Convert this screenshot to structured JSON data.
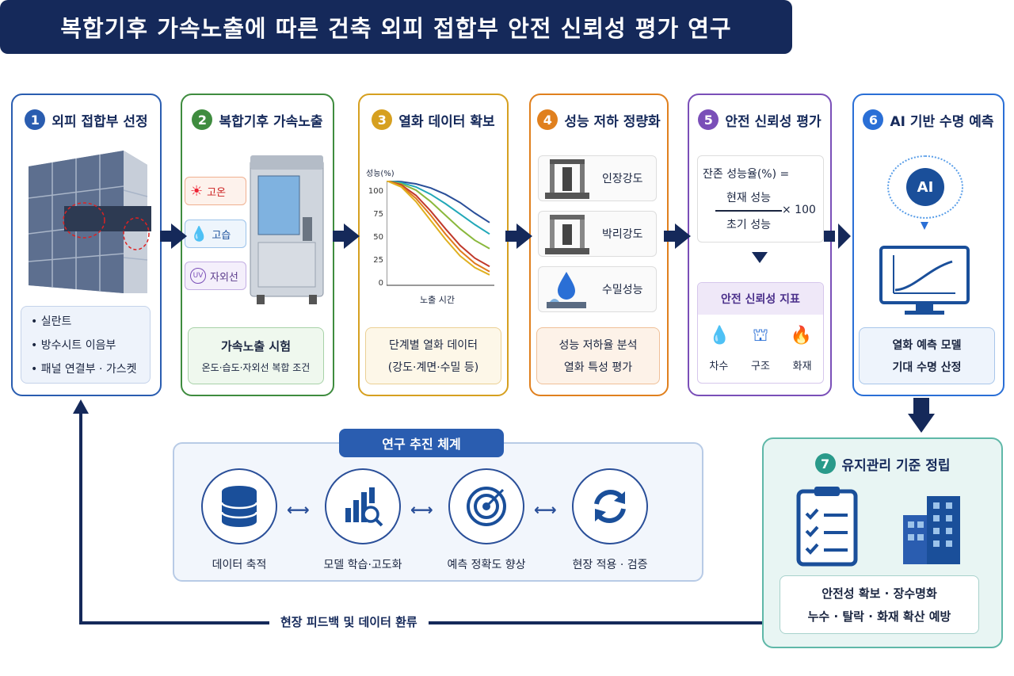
{
  "title": "복합기후 가속노출에 따른 건축 외피 접합부 안전 신뢰성 평가 연구",
  "stages": [
    {
      "num": "1",
      "title": "외피 접합부 선정",
      "items": [
        "실란트",
        "방수시트 이음부",
        "패널 연결부 · 가스켓"
      ],
      "color": "#2a5db0"
    },
    {
      "num": "2",
      "title": "복합기후 가속노출",
      "conditions": [
        "고온",
        "고습",
        "자외선"
      ],
      "uv_text": "UV",
      "box_title": "가속노출 시험",
      "box_sub": "온도·습도·자외선 복합 조건",
      "color": "#3f8c3f"
    },
    {
      "num": "3",
      "title": "열화 데이터 확보",
      "chart_ylabel": "성능(%)",
      "chart_xlabel": "노출 시간",
      "box_line1": "단계별 열화 데이터",
      "box_line2": "(강도·계면·수밀 등)",
      "color": "#d6a020"
    },
    {
      "num": "4",
      "title": "성능 저하 정량화",
      "tests": [
        "인장강도",
        "박리강도",
        "수밀성능"
      ],
      "box_line1": "성능 저하율 분석",
      "box_line2": "열화 특성 평가",
      "color": "#e0801e"
    },
    {
      "num": "5",
      "title": "안전 신뢰성 평가",
      "formula_lhs": "잔존 성능율(%) =",
      "formula_num": "현재 성능",
      "formula_den": "초기 성능",
      "formula_mult": "× 100",
      "index_title": "안전 신뢰성 지표",
      "indices": [
        "차수",
        "구조",
        "화재"
      ],
      "color": "#7a4fb8"
    },
    {
      "num": "6",
      "title": "AI 기반 수명 예측",
      "ai_text": "AI",
      "box_line1": "열화 예측 모델",
      "box_line2": "기대 수명 산정",
      "color": "#2a6fd6"
    },
    {
      "num": "7",
      "title": "유지관리 기준 정립",
      "box_line1": "안전성 확보 · 장수명화",
      "box_line2": "누수 · 탈락 · 화재 확산 예방",
      "color": "#2a9a8a"
    }
  ],
  "framework": {
    "title": "연구 추진 체계",
    "steps": [
      "데이터 축적",
      "모델 학습·고도화",
      "예측 정확도 향상",
      "현장 적용 · 검증"
    ]
  },
  "feedback_label": "현장 피드백 및 데이터 환류",
  "chart_data": {
    "type": "line",
    "ylabel": "성능(%)",
    "xlabel": "노출 시간",
    "yticks": [
      "100",
      "75",
      "50",
      "25",
      "0"
    ],
    "ylim": [
      0,
      100
    ],
    "series": [
      {
        "color": "#2a4f99",
        "values": [
          100,
          99,
          97,
          93,
          87,
          79,
          69,
          60
        ]
      },
      {
        "color": "#22a8b8",
        "values": [
          100,
          98,
          94,
          87,
          78,
          68,
          58,
          49
        ]
      },
      {
        "color": "#8ab83c",
        "values": [
          100,
          97,
          91,
          80,
          67,
          54,
          43,
          35
        ]
      },
      {
        "color": "#c0392b",
        "values": [
          100,
          96,
          86,
          71,
          54,
          38,
          26,
          18
        ]
      },
      {
        "color": "#e07a1e",
        "values": [
          100,
          95,
          83,
          67,
          49,
          33,
          21,
          13
        ]
      },
      {
        "color": "#e0b020",
        "values": [
          100,
          94,
          80,
          62,
          44,
          28,
          17,
          10
        ]
      }
    ]
  }
}
